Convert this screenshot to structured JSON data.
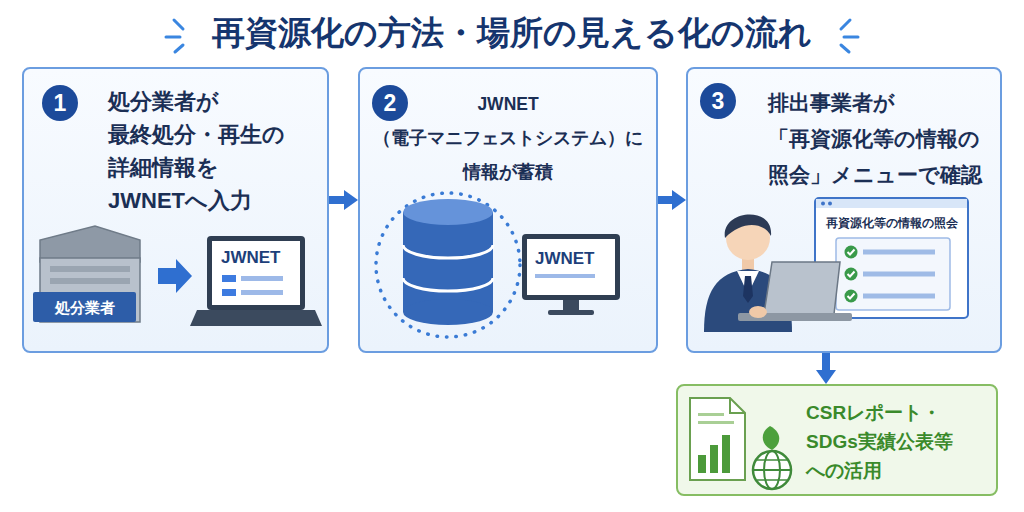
{
  "diagram": {
    "title": "再資源化の方法・場所の見える化の流れ",
    "nodes": [
      {
        "text": [
          "処分業者が 最終処分・再生の 詳細情報を JWNETへ入力"
        ]
      },
      {
        "text": [
          "1"
        ],
        "in": 0
      },
      {
        "text": [
          "JWNET （電子マニフェストシステム）に 情報が蓄積"
        ]
      },
      {
        "text": [
          "2"
        ],
        "in": 2
      },
      {
        "text": [
          "排出事業者が 「再資源化等の情報の 照会」メニューで確認"
        ]
      },
      {
        "text": [
          "3"
        ],
        "in": 4
      },
      {
        "text": [
          "CSRレポート・ SDGs実績公表等 への活用"
        ]
      }
    ],
    "edges": [
      {
        "from": 0,
        "to": 2,
        "arrow": "to"
      },
      {
        "from": 2,
        "to": 4,
        "arrow": "to"
      },
      {
        "from": 4,
        "to": 6,
        "arrow": "to"
      }
    ],
    "labels": [
      "処分業者",
      "JWNET",
      "JWNET",
      "再資源化等の情報の照会"
    ]
  }
}
